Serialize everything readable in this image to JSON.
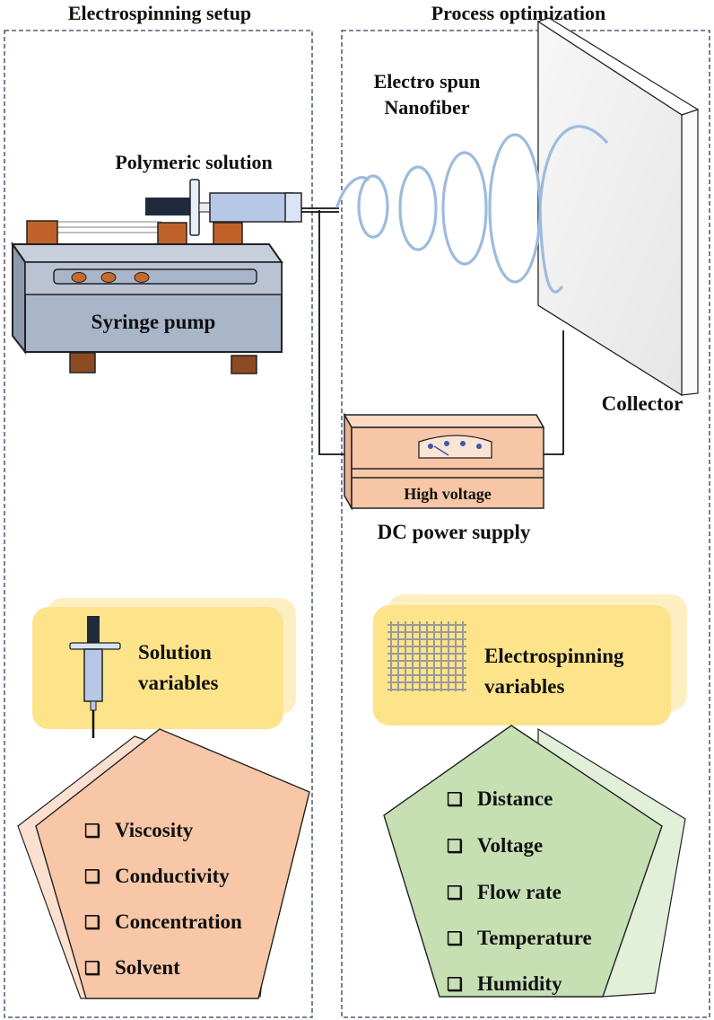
{
  "left_panel": {
    "title": "Electrospinning setup",
    "polymeric_solution_label": "Polymeric solution",
    "syringe_pump_label": "Syringe pump",
    "solution_variables_label": [
      "Solution",
      "variables"
    ],
    "solution_variables_list": [
      "Viscosity",
      "Conductivity",
      "Concentration",
      "Solvent"
    ]
  },
  "right_panel": {
    "title": "Process optimization",
    "nanofiber_label": [
      "Electro spun",
      "Nanofiber"
    ],
    "collector_label": "Collector",
    "high_voltage_label": "High voltage",
    "power_supply_label": "DC power supply",
    "electrospinning_variables_label": [
      "Electrospinning",
      "variables"
    ],
    "electrospinning_variables_list": [
      "Distance",
      "Voltage",
      "Flow rate",
      "Temperature",
      "Humidity"
    ]
  },
  "colors": {
    "panel_border": "#2f3d5c",
    "pump_body": "#a9b5c8",
    "pump_dark": "#2a2f3d",
    "pump_feet": "#8b4a22",
    "pump_knob": "#c76a2e",
    "pump_block": "#c0622a",
    "syringe_barrel": "#b7c8e6",
    "syringe_plunger": "#1f2b3d",
    "fiber": "#9dbbdd",
    "collector_face": "#f2f2f2",
    "power_box": "#f6c6a6",
    "yellow_box": "#fde38a",
    "yellow_box_back": "#feefc2",
    "orange_pentagon": "#f8c7a8",
    "orange_pentagon_back": "#fbe0d0",
    "green_pentagon": "#c6e0b4",
    "green_pentagon_back": "#e2efd9",
    "mesh": "#9a9a9a"
  }
}
